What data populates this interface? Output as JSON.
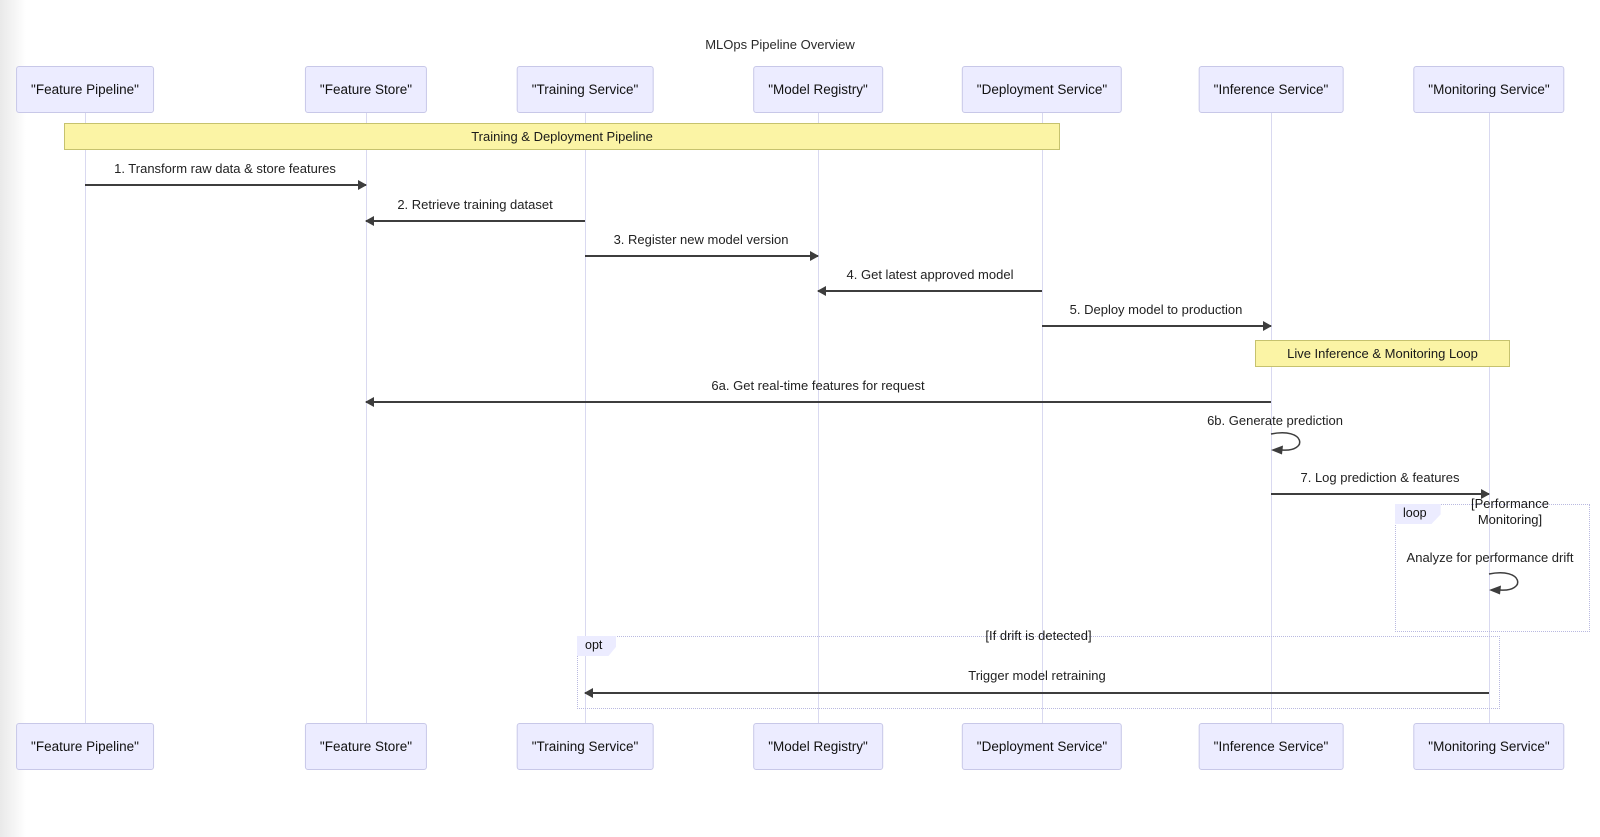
{
  "diagram": {
    "type": "sequence-diagram",
    "title": "MLOps Pipeline Overview",
    "participants": [
      {
        "label": "\"Feature Pipeline\""
      },
      {
        "label": "\"Feature Store\""
      },
      {
        "label": "\"Training Service\""
      },
      {
        "label": "\"Model Registry\""
      },
      {
        "label": "\"Deployment Service\""
      },
      {
        "label": "\"Inference Service\""
      },
      {
        "label": "\"Monitoring Service\""
      }
    ],
    "bands": [
      {
        "label": "Training & Deployment Pipeline"
      },
      {
        "label": "Live Inference & Monitoring Loop"
      }
    ],
    "messages": [
      {
        "label": "1. Transform raw data & store features",
        "from": "\"Feature Pipeline\"",
        "to": "\"Feature Store\""
      },
      {
        "label": "2. Retrieve training dataset",
        "from": "\"Training Service\"",
        "to": "\"Feature Store\""
      },
      {
        "label": "3. Register new model version",
        "from": "\"Training Service\"",
        "to": "\"Model Registry\""
      },
      {
        "label": "4. Get latest approved model",
        "from": "\"Deployment Service\"",
        "to": "\"Model Registry\""
      },
      {
        "label": "5. Deploy model to production",
        "from": "\"Deployment Service\"",
        "to": "\"Inference Service\""
      },
      {
        "label": "6a. Get real-time features for request",
        "from": "\"Inference Service\"",
        "to": "\"Feature Store\""
      },
      {
        "label": "6b. Generate prediction",
        "from": "\"Inference Service\"",
        "to": "\"Inference Service\"",
        "self": true
      },
      {
        "label": "7. Log prediction & features",
        "from": "\"Inference Service\"",
        "to": "\"Monitoring Service\""
      },
      {
        "label": "Analyze for performance drift",
        "from": "\"Monitoring Service\"",
        "to": "\"Monitoring Service\"",
        "self": true
      },
      {
        "label": "Trigger model retraining",
        "from": "\"Monitoring Service\"",
        "to": "\"Training Service\""
      }
    ],
    "frames": [
      {
        "keyword": "loop",
        "condition": "[Performance Monitoring]"
      },
      {
        "keyword": "opt",
        "condition": "[If drift is detected]"
      }
    ],
    "colors": {
      "actor_fill": "#ececff",
      "actor_border": "#c8c8e8",
      "band_fill": "#fbf4a5",
      "band_border": "#c6c26e",
      "frame_border": "#b9b9e0",
      "arrow": "#3d3d3d"
    }
  }
}
